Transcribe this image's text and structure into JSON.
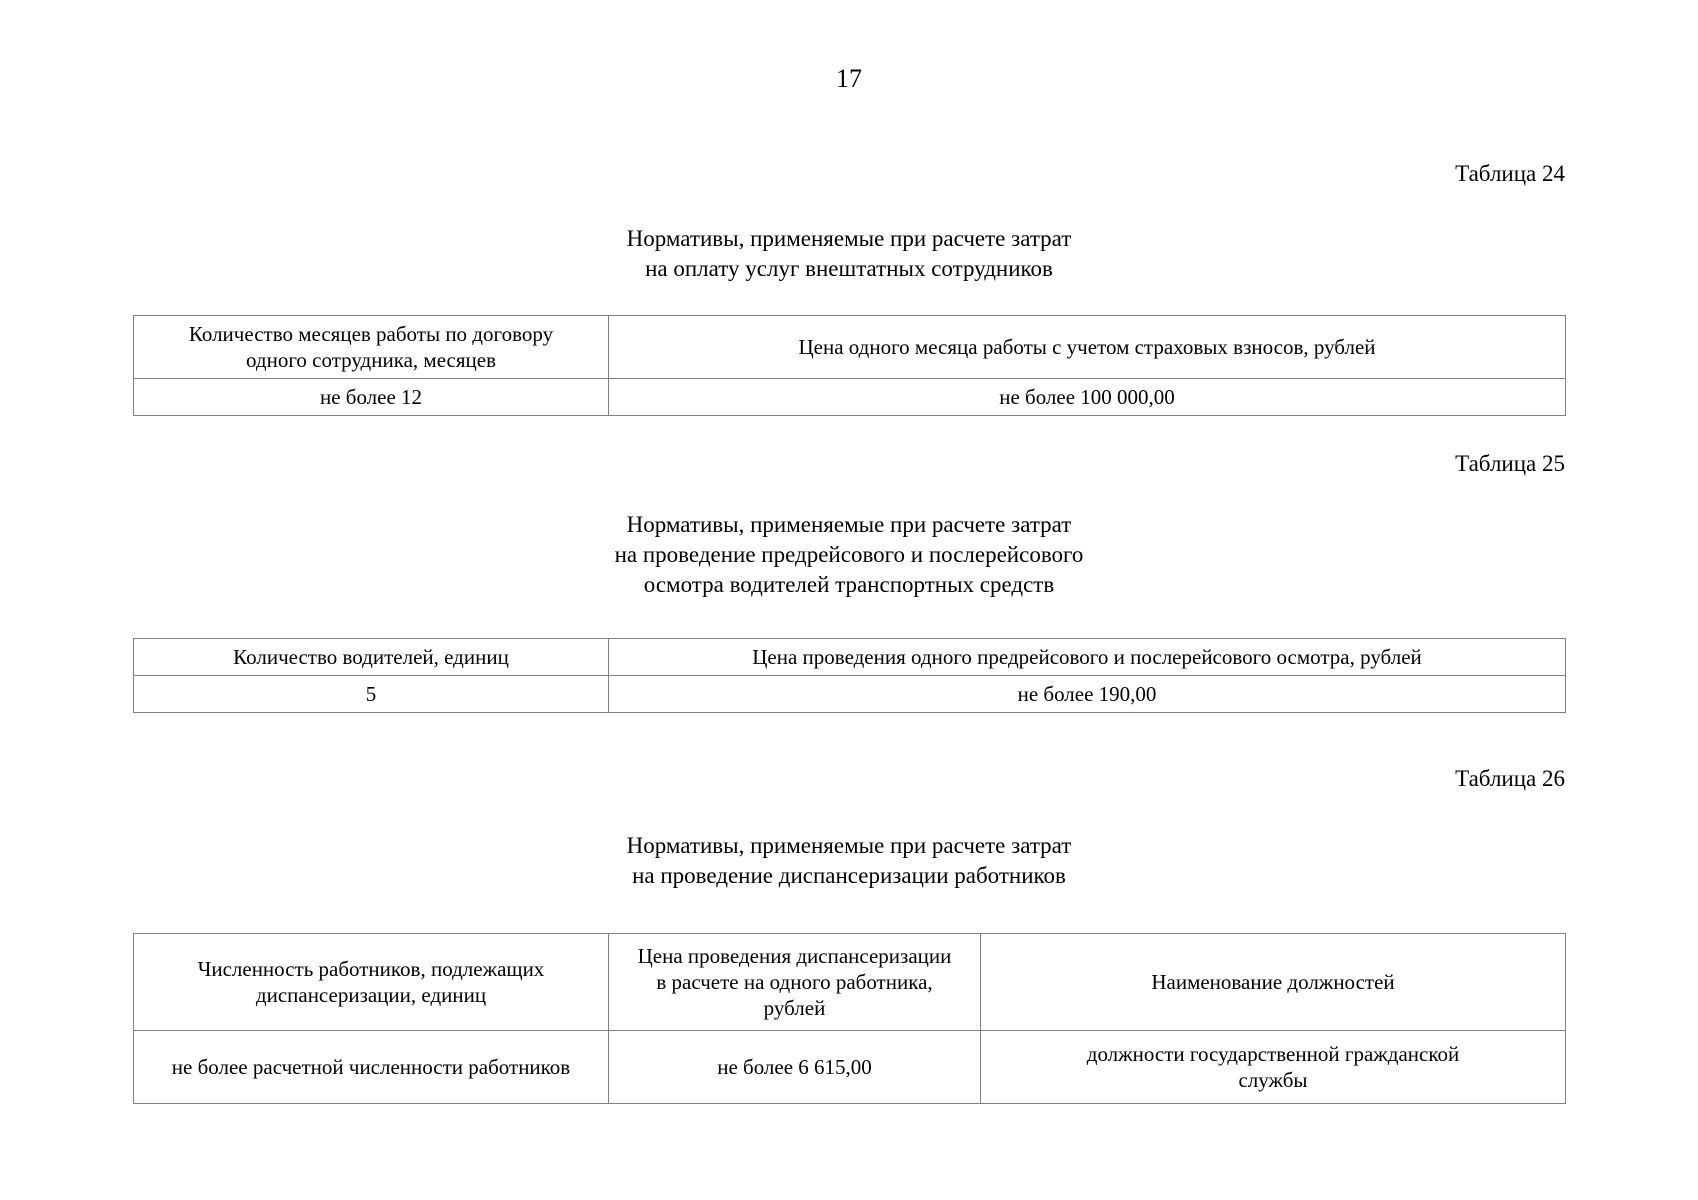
{
  "page": {
    "number": "17"
  },
  "tables": [
    {
      "label": "Таблица 24",
      "title_lines": [
        "Нормативы, применяемые при расчете затрат",
        "на оплату услуг внештатных сотрудников"
      ],
      "header": [
        {
          "lines": [
            "Количество месяцев работы по договору",
            "одного сотрудника, месяцев"
          ]
        },
        {
          "lines": [
            "Цена одного месяца работы с учетом страховых взносов, рублей"
          ]
        }
      ],
      "rows": [
        {
          "cells": [
            {
              "lines": [
                "не более 12"
              ]
            },
            {
              "lines": [
                "не более 100 000,00"
              ]
            }
          ]
        }
      ]
    },
    {
      "label": "Таблица 25",
      "title_lines": [
        "Нормативы, применяемые при расчете затрат",
        "на проведение предрейсового и послерейсового",
        "осмотра водителей транспортных средств"
      ],
      "header": [
        {
          "lines": [
            "Количество водителей, единиц"
          ]
        },
        {
          "lines": [
            "Цена проведения одного предрейсового и послерейсового осмотра, рублей"
          ]
        }
      ],
      "rows": [
        {
          "cells": [
            {
              "lines": [
                "5"
              ]
            },
            {
              "lines": [
                "не более 190,00"
              ]
            }
          ]
        }
      ]
    },
    {
      "label": "Таблица 26",
      "title_lines": [
        "Нормативы, применяемые при расчете затрат",
        "на проведение диспансеризации работников"
      ],
      "header": [
        {
          "lines": [
            "Численность работников, подлежащих",
            "диспансеризации, единиц"
          ]
        },
        {
          "lines": [
            "Цена проведения диспансеризации",
            "в расчете на одного работника,",
            "рублей"
          ]
        },
        {
          "lines": [
            "Наименование должностей"
          ]
        }
      ],
      "rows": [
        {
          "cells": [
            {
              "lines": [
                "не более расчетной численности работников"
              ]
            },
            {
              "lines": [
                "не более 6 615,00"
              ]
            },
            {
              "lines": [
                "должности государственной гражданской",
                "службы"
              ]
            }
          ]
        }
      ]
    }
  ]
}
